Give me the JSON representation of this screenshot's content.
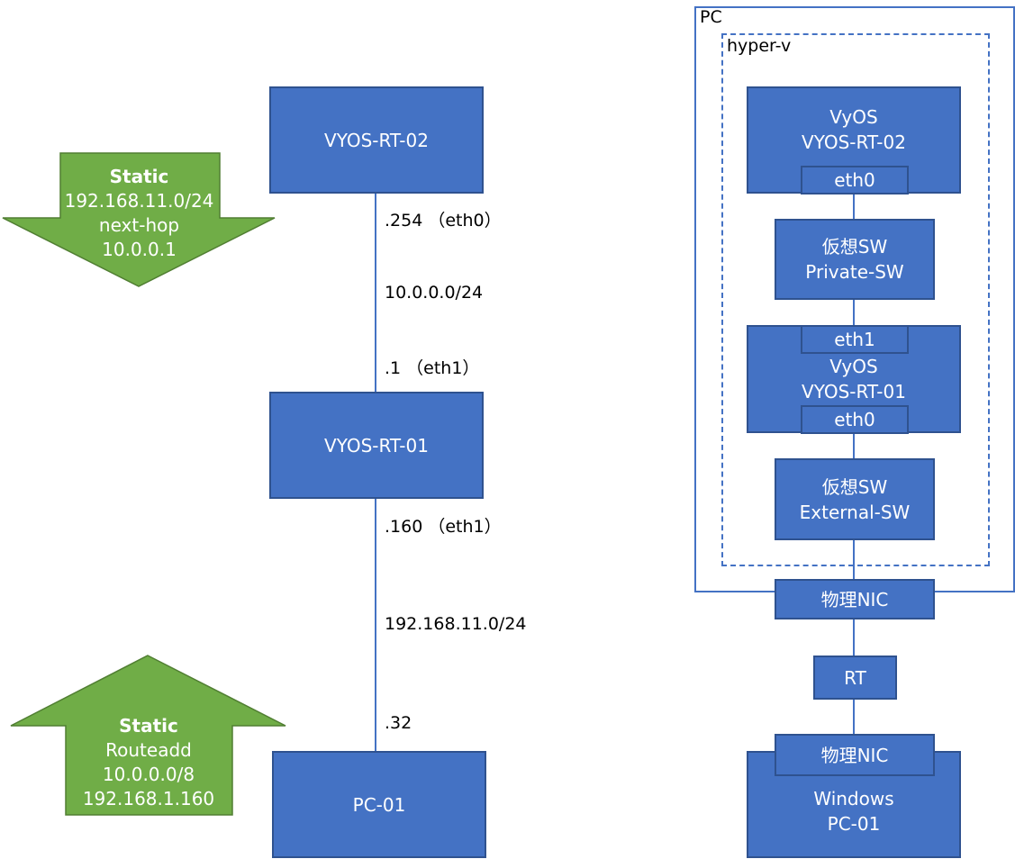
{
  "colors": {
    "node_fill": "#4472C4",
    "node_border": "#2F528F",
    "line": "#4472C4",
    "arrow_fill": "#70AD47",
    "arrow_border": "#507E32",
    "frame_border": "#4472C4"
  },
  "left_topology": {
    "nodes": {
      "rt02": "VYOS-RT-02",
      "rt01": "VYOS-RT-01",
      "pc01": "PC-01"
    },
    "labels": {
      "rt02_if": ".254 （eth0）",
      "net1": "10.0.0.0/24",
      "rt01_if_upper": ".1 （eth1）",
      "rt01_if_lower": ".160 （eth1）",
      "net2": "192.168.11.0/24",
      "pc_if": ".32"
    },
    "arrow_down": {
      "title": "Static",
      "lines": [
        "192.168.11.0/24",
        "next-hop",
        "10.0.0.1"
      ]
    },
    "arrow_up": {
      "title": "Static",
      "lines": [
        "Routeadd",
        "10.0.0.0/8",
        "192.168.1.160"
      ]
    }
  },
  "right_topology": {
    "pc_frame_label": "PC",
    "hyperv_frame_label": "hyper-v",
    "vyos_rt02": {
      "line1": "VyOS",
      "line2": "VYOS-RT-02",
      "port": "eth0"
    },
    "private_sw": {
      "line1": "仮想SW",
      "line2": "Private-SW"
    },
    "vyos_rt01": {
      "port_top": "eth1",
      "line1": "VyOS",
      "line2": "VYOS-RT-01",
      "port_bottom": "eth0"
    },
    "external_sw": {
      "line1": "仮想SW",
      "line2": "External-SW"
    },
    "physical_nic": "物理NIC",
    "rt": "RT",
    "windows_pc": {
      "nic": "物理NIC",
      "line1": "Windows",
      "line2": "PC-01"
    }
  }
}
